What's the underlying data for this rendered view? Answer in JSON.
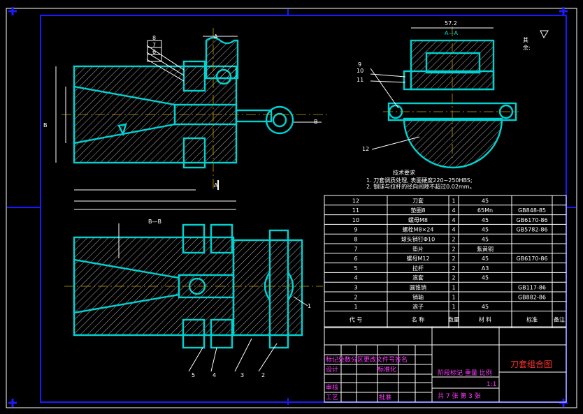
{
  "title_block": {
    "drawing_title": "刀套组合图",
    "sheet_info": "共 7  张 第 3 张",
    "scale_value": "1:1",
    "labels": {
      "revision_row": "标记处数分区更改文件号签名",
      "design": "设计",
      "standardize": "标准化",
      "stage_mark": "阶段标记 重量 比例",
      "review": "审核",
      "process": "工艺",
      "approve": "批准"
    }
  },
  "bom": {
    "headers": [
      "代  号",
      "名  称",
      "数量",
      "材  料",
      "标准",
      "备注"
    ],
    "rows": [
      {
        "no": "12",
        "name": "刀套",
        "qty": "1",
        "material": "45",
        "std": ""
      },
      {
        "no": "11",
        "name": "垫圈8",
        "qty": "4",
        "material": "65Mn",
        "std": "GB848-85"
      },
      {
        "no": "10",
        "name": "螺母M8",
        "qty": "4",
        "material": "45",
        "std": "GB6170-86"
      },
      {
        "no": "9",
        "name": "螺栓M8×24",
        "qty": "4",
        "material": "45",
        "std": "GB5782-86"
      },
      {
        "no": "8",
        "name": "球头销钉Φ10",
        "qty": "2",
        "material": "45",
        "std": ""
      },
      {
        "no": "7",
        "name": "垫片",
        "qty": "2",
        "material": "紫黄铜",
        "std": ""
      },
      {
        "no": "6",
        "name": "螺母M12",
        "qty": "2",
        "material": "45",
        "std": "GB6170-86"
      },
      {
        "no": "5",
        "name": "拉杆",
        "qty": "2",
        "material": "A3",
        "std": ""
      },
      {
        "no": "4",
        "name": "滚套",
        "qty": "2",
        "material": "45",
        "std": ""
      },
      {
        "no": "3",
        "name": "圆锥销",
        "qty": "1",
        "material": "",
        "std": "GB117-86"
      },
      {
        "no": "2",
        "name": "销轴",
        "qty": "1",
        "material": "",
        "std": "GB882-86"
      },
      {
        "no": "1",
        "name": "滚子",
        "qty": "1",
        "material": "45",
        "std": ""
      }
    ]
  },
  "notes": {
    "heading": "技术要求",
    "line1": "1. 刀套调质处理, 表面硬度220~250HBS;",
    "line2": "2. 钢球与拉杆的径向间隙不超过0.02mm。"
  },
  "views": {
    "section_aa": "A—A",
    "section_bb": "B—B",
    "dim_572": "57.2",
    "rest_label_1": "其",
    "rest_label_2": "余:"
  },
  "leaders": {
    "n8": "8",
    "n7": "7",
    "n6": "6",
    "n9": "9",
    "n10": "10",
    "n11": "11",
    "n12": "12",
    "n1": "1",
    "n2": "2",
    "n3": "3",
    "n4": "4",
    "n5": "5"
  },
  "markers": {
    "a": "A",
    "b": "B"
  }
}
